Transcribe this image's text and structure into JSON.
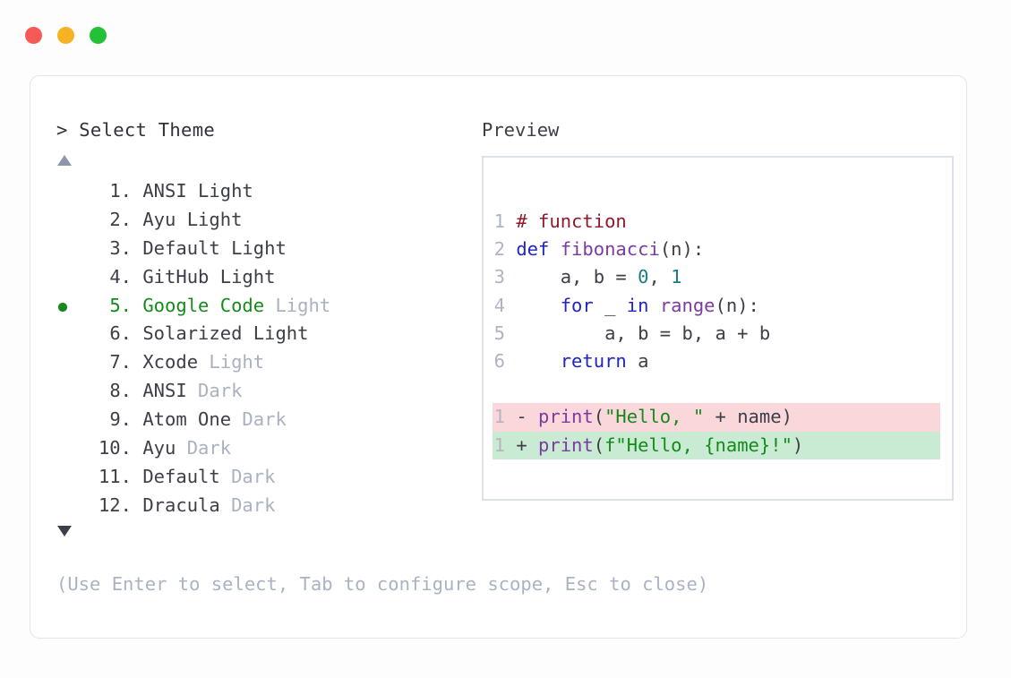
{
  "window": {
    "traffic_lights": [
      {
        "name": "close",
        "color": "#f55b54"
      },
      {
        "name": "minimize",
        "color": "#f5b323"
      },
      {
        "name": "maximize",
        "color": "#22c136"
      }
    ]
  },
  "picker": {
    "prompt": "> Select Theme",
    "scroll_up_icon": "triangle-up-icon",
    "scroll_down_icon": "triangle-down-icon",
    "selected_index": 5,
    "items": [
      {
        "num": "1.",
        "name": "ANSI Light",
        "suffix": "",
        "suffix_muted": false,
        "selected": false
      },
      {
        "num": "2.",
        "name": "Ayu Light",
        "suffix": "",
        "suffix_muted": false,
        "selected": false
      },
      {
        "num": "3.",
        "name": "Default Light",
        "suffix": "",
        "suffix_muted": false,
        "selected": false
      },
      {
        "num": "4.",
        "name": "GitHub Light",
        "suffix": "",
        "suffix_muted": false,
        "selected": false
      },
      {
        "num": "5.",
        "name": "Google Code",
        "suffix": "Light",
        "suffix_muted": true,
        "selected": true
      },
      {
        "num": "6.",
        "name": "Solarized Light",
        "suffix": "",
        "suffix_muted": false,
        "selected": false
      },
      {
        "num": "7.",
        "name": "Xcode",
        "suffix": "Light",
        "suffix_muted": true,
        "selected": false
      },
      {
        "num": "8.",
        "name": "ANSI",
        "suffix": "Dark",
        "suffix_muted": true,
        "selected": false
      },
      {
        "num": "9.",
        "name": "Atom One",
        "suffix": "Dark",
        "suffix_muted": true,
        "selected": false
      },
      {
        "num": "10.",
        "name": "Ayu",
        "suffix": "Dark",
        "suffix_muted": true,
        "selected": false
      },
      {
        "num": "11.",
        "name": "Default",
        "suffix": "Dark",
        "suffix_muted": true,
        "selected": false
      },
      {
        "num": "12.",
        "name": "Dracula",
        "suffix": "Dark",
        "suffix_muted": true,
        "selected": false
      }
    ],
    "footer_hint": "(Use Enter to select, Tab to configure scope, Esc to close)"
  },
  "preview": {
    "label": "Preview",
    "code_lines": [
      {
        "ln": "1",
        "tokens": [
          {
            "t": "# function",
            "c": "comment"
          }
        ]
      },
      {
        "ln": "2",
        "tokens": [
          {
            "t": "def ",
            "c": "kw"
          },
          {
            "t": "fibonacci",
            "c": "fn"
          },
          {
            "t": "(n):",
            "c": "plain"
          }
        ]
      },
      {
        "ln": "3",
        "tokens": [
          {
            "t": "    a, b = ",
            "c": "plain"
          },
          {
            "t": "0",
            "c": "num"
          },
          {
            "t": ", ",
            "c": "plain"
          },
          {
            "t": "1",
            "c": "num"
          }
        ]
      },
      {
        "ln": "4",
        "tokens": [
          {
            "t": "    ",
            "c": "plain"
          },
          {
            "t": "for",
            "c": "kw"
          },
          {
            "t": " _ ",
            "c": "plain"
          },
          {
            "t": "in",
            "c": "kw"
          },
          {
            "t": " ",
            "c": "plain"
          },
          {
            "t": "range",
            "c": "fn"
          },
          {
            "t": "(n):",
            "c": "plain"
          }
        ]
      },
      {
        "ln": "5",
        "tokens": [
          {
            "t": "        a, b = b, a + b",
            "c": "plain"
          }
        ]
      },
      {
        "ln": "6",
        "tokens": [
          {
            "t": "    ",
            "c": "plain"
          },
          {
            "t": "return",
            "c": "kw"
          },
          {
            "t": " a",
            "c": "plain"
          }
        ]
      }
    ],
    "diff_lines": [
      {
        "ln": "1",
        "marker": "-",
        "kind": "del",
        "tokens": [
          {
            "t": "print",
            "c": "fn"
          },
          {
            "t": "(",
            "c": "plain"
          },
          {
            "t": "\"Hello, \"",
            "c": "str"
          },
          {
            "t": " + name)",
            "c": "plain"
          }
        ]
      },
      {
        "ln": "1",
        "marker": "+",
        "kind": "add",
        "tokens": [
          {
            "t": "print",
            "c": "fn"
          },
          {
            "t": "(",
            "c": "plain"
          },
          {
            "t": "f\"Hello, {name}!\"",
            "c": "str"
          },
          {
            "t": ")",
            "c": "plain"
          }
        ]
      }
    ]
  },
  "colors": {
    "accent_green": "#158a1a",
    "muted": "#aab1c0",
    "diff_del_bg": "#f9d7db",
    "diff_add_bg": "#c9ebd4",
    "border": "#dde1e9"
  }
}
